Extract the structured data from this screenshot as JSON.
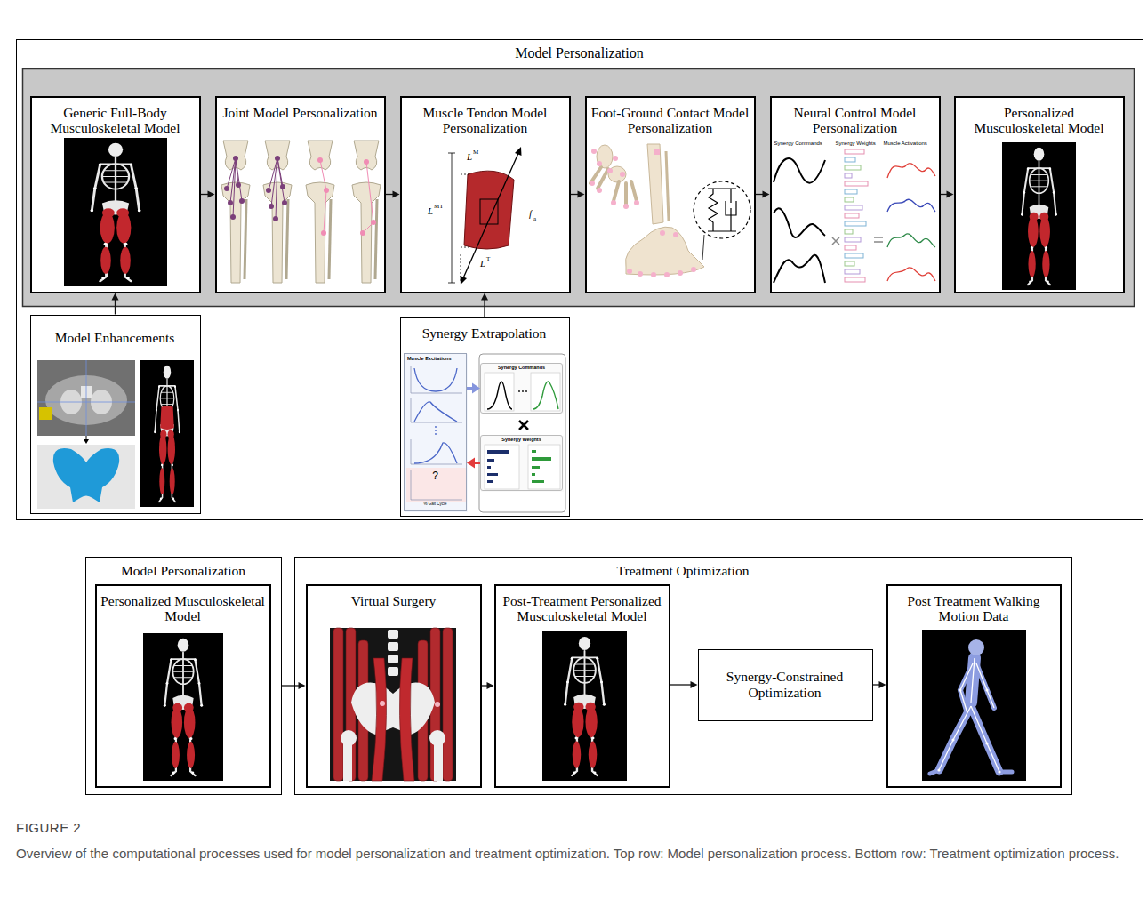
{
  "diagram": {
    "caption": "Overview of the computational processes used for model personalization and treatment optimization. Top row: Model personalization process. Bottom row: Treatment optimization process.",
    "nodes": [
      {
        "text": [
          "Model Personalization"
        ]
      },
      {
        "text": [
          "Generic Full-Body Musculoskeletal Model"
        ],
        "in": 0
      },
      {
        "text": [
          "Joint Model Personalization"
        ],
        "in": 0
      },
      {
        "text": [
          "Muscle Tendon Model Personalization"
        ],
        "in": 0
      },
      {
        "text": [
          "Foot-Ground Contact Model Personalization"
        ],
        "in": 0
      },
      {
        "text": [
          "Neural Control Model Personalization",
          "Synergy Commands",
          "Synergy Weights",
          "Muscle Activations"
        ],
        "in": 0
      },
      {
        "text": [
          "Personalized Musculoskeletal Model"
        ],
        "in": 0
      },
      {
        "text": [
          "Model Enhancements"
        ],
        "in": 0
      },
      {
        "text": [
          "Synergy Extrapolation"
        ],
        "in": 0
      },
      {
        "text": [
          "Muscle Excitations",
          "?",
          "% Gait Cycle"
        ],
        "in": 8
      },
      {
        "text": [
          "Synergy Commands"
        ],
        "in": 8
      },
      {
        "text": [
          "Synergy Weights"
        ],
        "in": 8
      },
      {
        "text": [
          "Model Personalization"
        ]
      },
      {
        "text": [
          "Personalized Musculoskeletal Model"
        ],
        "in": 12
      },
      {
        "text": [
          "Treatment Optimization"
        ]
      },
      {
        "text": [
          "Virtual Surgery"
        ],
        "in": 14
      },
      {
        "text": [
          "Post-Treatment Personalized Musculoskeletal Model"
        ],
        "in": 14
      },
      {
        "text": [
          "Synergy-Constrained Optimization"
        ],
        "in": 14
      },
      {
        "text": [
          "Post Treatment Walking Motion Data"
        ],
        "in": 14
      }
    ],
    "edges": [
      {
        "from": 1,
        "to": 2,
        "arrow": "to"
      },
      {
        "from": 2,
        "to": 3,
        "arrow": "to"
      },
      {
        "from": 3,
        "to": 4,
        "arrow": "to"
      },
      {
        "from": 4,
        "to": 5,
        "arrow": "to"
      },
      {
        "from": 5,
        "to": 6,
        "arrow": "to"
      },
      {
        "from": 7,
        "to": 1,
        "arrow": "to"
      },
      {
        "from": 8,
        "to": 3,
        "arrow": "to"
      },
      {
        "from": 9,
        "to": 10,
        "arrow": "to"
      },
      {
        "from": 11,
        "to": 9,
        "arrow": "to"
      },
      {
        "from": 12,
        "to": 15,
        "arrow": "to"
      },
      {
        "from": 15,
        "to": 16,
        "arrow": "to"
      },
      {
        "from": 16,
        "to": 17,
        "arrow": "to"
      },
      {
        "from": 17,
        "to": 18,
        "arrow": "to"
      }
    ],
    "labels": [
      "FIGURE 2",
      "L",
      "M",
      "L",
      "MT",
      "L",
      "T",
      "f",
      "a"
    ]
  }
}
